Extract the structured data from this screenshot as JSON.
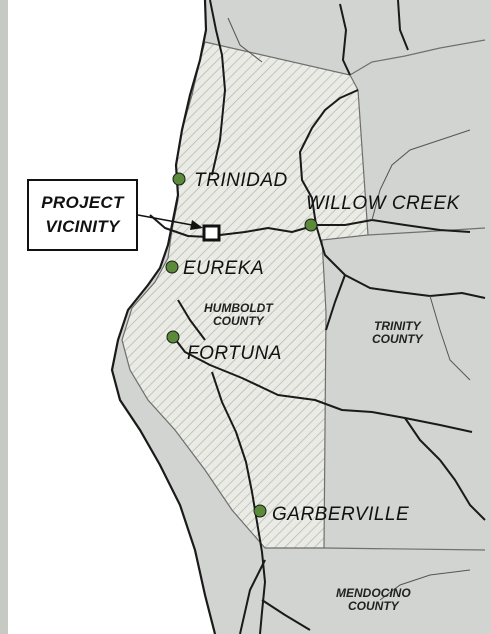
{
  "callout": {
    "line1": "PROJECT",
    "line2": "VICINITY"
  },
  "cities": {
    "trinidad": "TRINIDAD",
    "willow_creek": "WILLOW CREEK",
    "eureka": "EUREKA",
    "fortuna": "FORTUNA",
    "garberville": "GARBERVILLE"
  },
  "counties": {
    "humboldt": {
      "line1": "HUMBOLDT",
      "line2": "COUNTY"
    },
    "trinity": {
      "line1": "TRINITY",
      "line2": "COUNTY"
    },
    "mendocino": {
      "line1": "MENDOCINO",
      "line2": "COUNTY"
    }
  },
  "colors": {
    "ocean": "#ffffff",
    "land": "#d2d4d1",
    "humboldt_fill": "#e9ebe4",
    "hatch": "#b9bcb4",
    "county_border": "#6e6e6e",
    "river": "#1a1a1a",
    "city_dot": "#5b8a3a"
  },
  "icons": {
    "city_marker": "circle-marker-icon",
    "project_marker": "square-marker-icon"
  }
}
